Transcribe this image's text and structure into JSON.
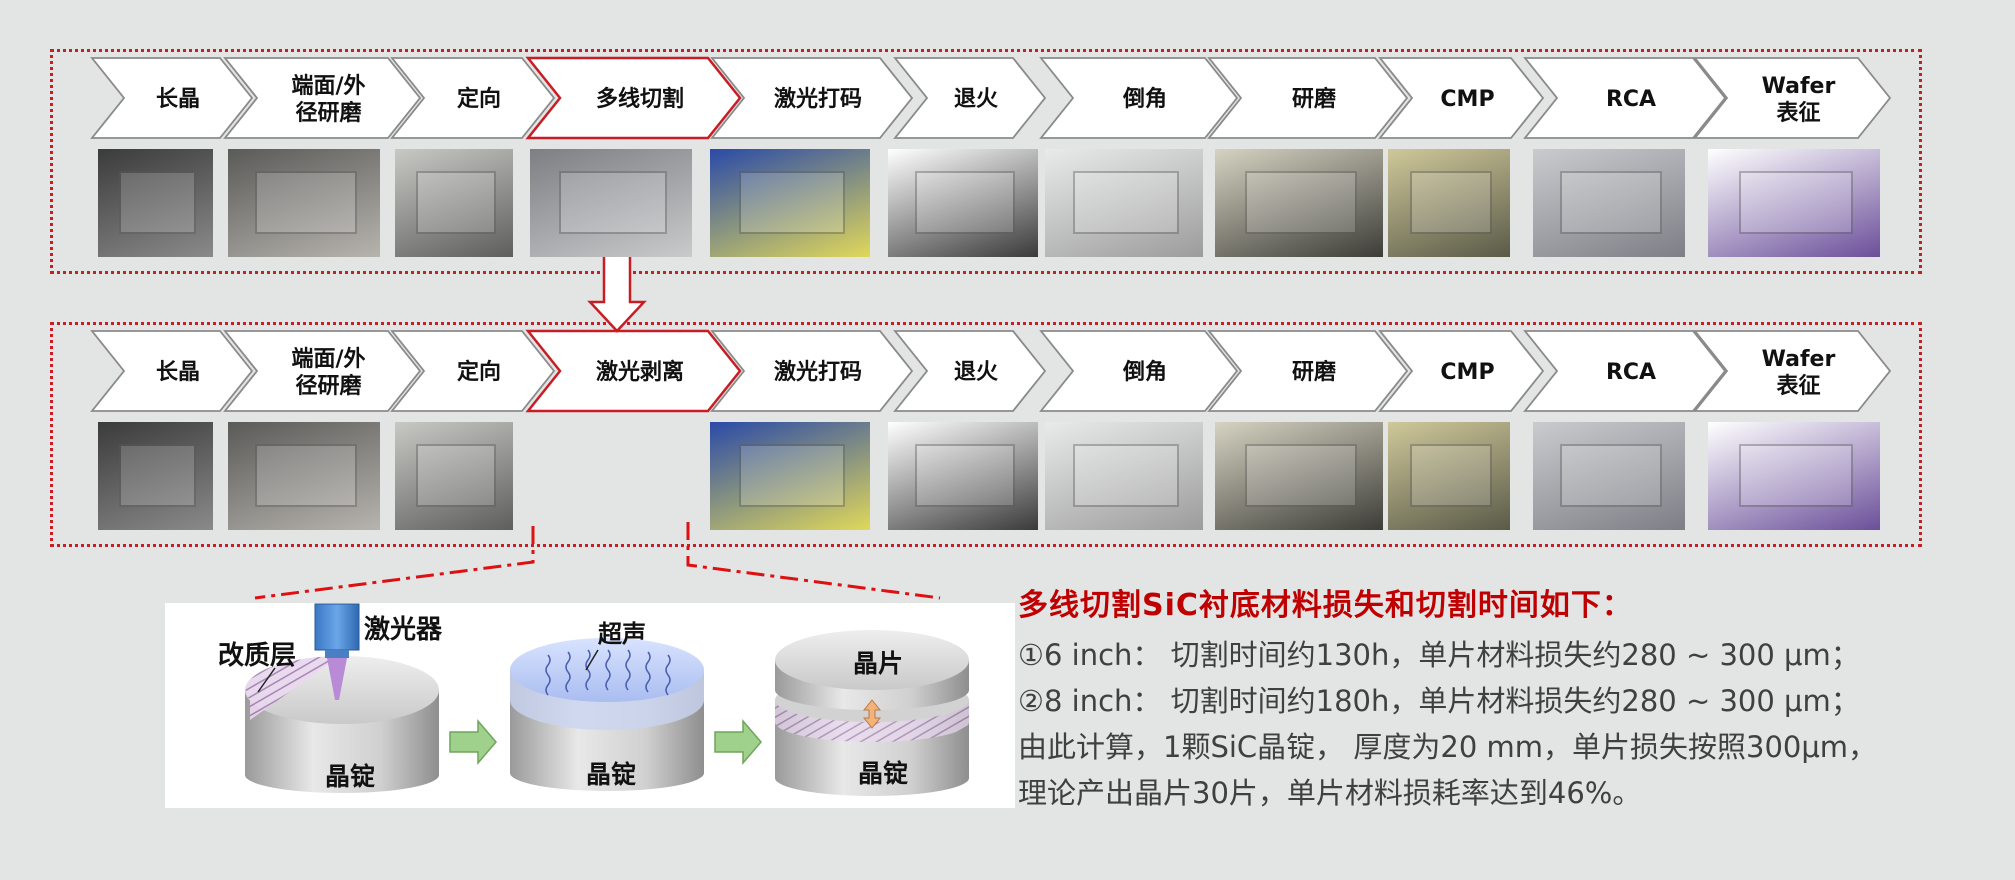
{
  "rows": [
    {
      "steps": [
        "长晶",
        "端面/外\n径研磨",
        "定向",
        "多线切割",
        "激光打码",
        "退火",
        "倒角",
        "研磨",
        "CMP",
        "RCA",
        "Wafer\n表征"
      ],
      "highlight_index": 3,
      "photos": [
        "ingot-photo",
        "grinder-photo",
        "orientation-photo",
        "wire-saw-photo",
        "laser-marker-photo",
        "anneal-furnace-photo",
        "chamfer-machine-photo",
        "grinding-machine-photo",
        "cmp-machine-photo",
        "rca-cleaner-photo",
        "wafer-inspection-photo"
      ]
    },
    {
      "steps": [
        "长晶",
        "端面/外\n径研磨",
        "定向",
        "激光剥离",
        "激光打码",
        "退火",
        "倒角",
        "研磨",
        "CMP",
        "RCA",
        "Wafer\n表征"
      ],
      "highlight_index": 3,
      "photos": [
        "ingot-photo",
        "grinder-photo",
        "orientation-photo",
        "",
        "laser-marker-photo",
        "anneal-furnace-photo",
        "chamfer-machine-photo",
        "grinding-machine-photo",
        "cmp-machine-photo",
        "rca-cleaner-photo",
        "wafer-inspection-photo"
      ]
    }
  ],
  "illustration": {
    "laser_label": "激光器",
    "modified_layer_label": "改质层",
    "ultrasonic_label": "超声",
    "ingot_label": "晶锭",
    "wafer_label": "晶片"
  },
  "notes": {
    "title": "多线切割SiC衬底材料损失和切割时间如下：",
    "lines": [
      "①6 inch： 切割时间约130h，单片材料损失约280 ~ 300 μm；",
      "②8 inch： 切割时间约180h，单片材料损失约280 ~ 300 μm；",
      "由此计算，1颗SiC晶锭， 厚度为20 mm，单片损失按照300μm，",
      "理论产出晶片30片，单片材料损耗率达到46%。"
    ]
  },
  "colors": {
    "accent_red": "#c81d25",
    "arrow_gray": "#8a8a8a",
    "bg": "#e3e4e4"
  }
}
